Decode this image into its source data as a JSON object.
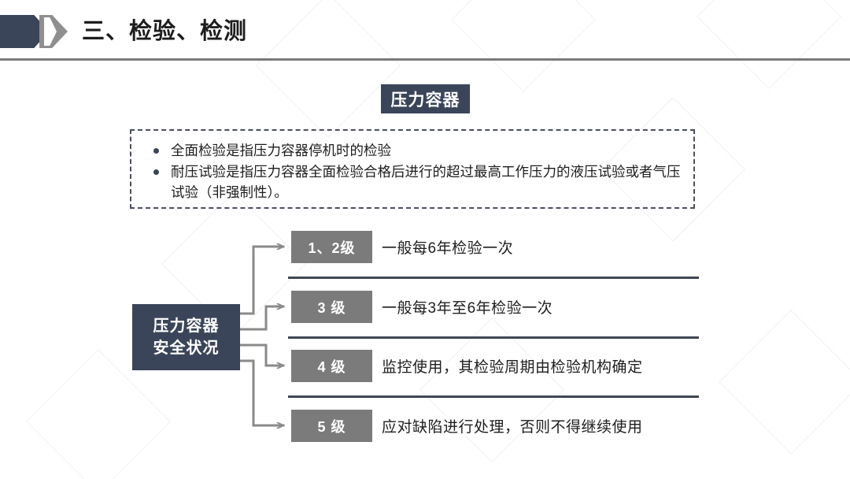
{
  "header": {
    "title": "三、检验、检测",
    "marker_icon": "chevron-arrow-icon"
  },
  "section": {
    "badge_label": "压力容器"
  },
  "note": {
    "items": [
      "全面检验是指压力容器停机时的检验",
      "耐压试验是指压力容器全面检验合格后进行的超过最高工作压力的液压试验或者气压试验（非强制性）。"
    ]
  },
  "flow": {
    "source": {
      "line1": "压力容器",
      "line2": "安全状况"
    },
    "rows": [
      {
        "level": "1、2级",
        "desc": "一般每6年检验一次"
      },
      {
        "level": "3 级",
        "desc": "一般每3年至6年检验一次"
      },
      {
        "level": "4 级",
        "desc": "监控使用，其检验周期由检验机构确定"
      },
      {
        "level": "5 级",
        "desc": "应对缺陷进行处理，否则不得继续使用"
      }
    ]
  },
  "colors": {
    "navy": "#3a4559",
    "gray_box": "#7b7b7b",
    "rule": "#7b7b7e",
    "separator": "#3f4753",
    "text": "#1d1d1d",
    "connector": "#8a8a8a",
    "watermark": "#f0f0f2"
  }
}
